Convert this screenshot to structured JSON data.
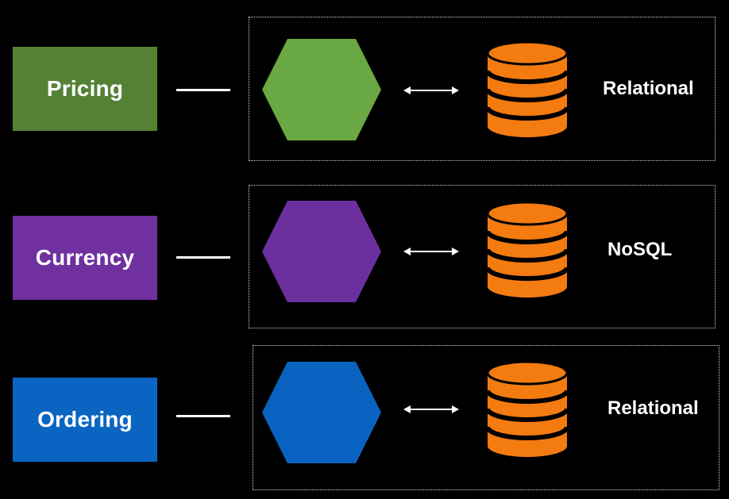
{
  "colors": {
    "background": "#000000",
    "database": "#f47b10",
    "database_ring": "#000000",
    "frame": "#d9d9d9"
  },
  "rows": [
    {
      "service": "Pricing",
      "service_color": "#548235",
      "hex_color": "#6aa843",
      "db_type": "Relational",
      "icons": {
        "hexagon": "service-hexagon-icon",
        "database": "database-icon",
        "arrow": "bidirectional-arrow-icon"
      }
    },
    {
      "service": "Currency",
      "service_color": "#7030a0",
      "hex_color": "#6b2f9e",
      "db_type": "NoSQL",
      "icons": {
        "hexagon": "service-hexagon-icon",
        "database": "database-icon",
        "arrow": "bidirectional-arrow-icon"
      }
    },
    {
      "service": "Ordering",
      "service_color": "#0a65c2",
      "hex_color": "#0a63c0",
      "db_type": "Relational",
      "icons": {
        "hexagon": "service-hexagon-icon",
        "database": "database-icon",
        "arrow": "bidirectional-arrow-icon"
      }
    }
  ]
}
